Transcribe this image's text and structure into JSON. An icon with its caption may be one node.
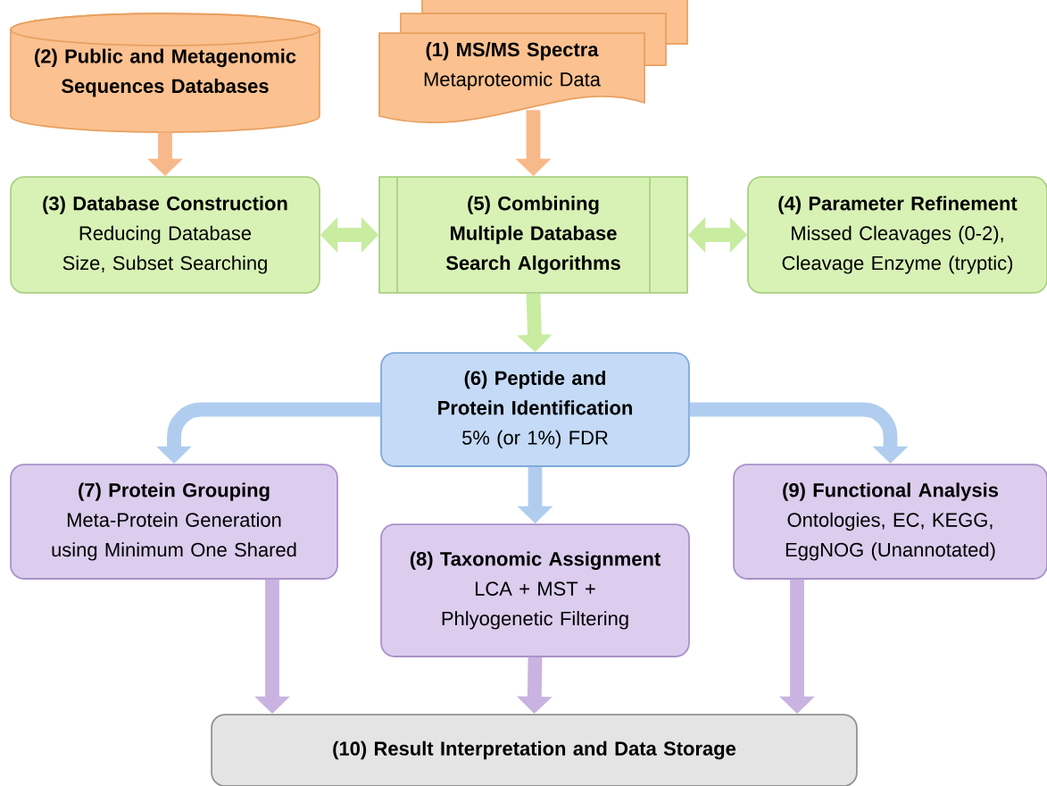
{
  "diagram": {
    "nodes": [
      {
        "text": [
          "(2) Public and Metagenomic Sequences Databases"
        ]
      },
      {
        "text": [
          "(1) MS/MS Spectra",
          "Metaproteomic Data"
        ]
      },
      {
        "text": [
          "(3) Database Construction",
          "Reducing Database Size, Subset Searching"
        ]
      },
      {
        "text": [
          "(5) Combining Multiple Database Search Algorithms"
        ]
      },
      {
        "text": [
          "(4) Parameter Refinement",
          "Missed Cleavages (0-2), Cleavage Enzyme (tryptic)"
        ]
      },
      {
        "text": [
          "(6) Peptide and Protein Identification",
          "5% (or 1%) FDR"
        ]
      },
      {
        "text": [
          "(7) Protein Grouping",
          "Meta-Protein Generation using Minimum One Shared"
        ]
      },
      {
        "text": [
          "(8) Taxonomic Assignment",
          "LCA + MST + Phlyogenetic Filtering"
        ]
      },
      {
        "text": [
          "(9) Functional Analysis",
          "Ontologies, EC, KEGG, EggNOG (Unannotated)"
        ]
      },
      {
        "text": [
          "(10) Result Interpretation and Data Storage"
        ]
      }
    ],
    "edges": [
      {
        "from": 0,
        "to": 2,
        "arrow": "to",
        "color": "#f8b98a"
      },
      {
        "from": 1,
        "to": 3,
        "arrow": "to",
        "color": "#f8b98a"
      },
      {
        "from": 2,
        "to": 3,
        "arrow": "both",
        "color": "#c8eca0"
      },
      {
        "from": 3,
        "to": 4,
        "arrow": "both",
        "color": "#c8eca0"
      },
      {
        "from": 3,
        "to": 5,
        "arrow": "to",
        "color": "#c8eca0"
      },
      {
        "from": 5,
        "to": 6,
        "arrow": "to",
        "color": "#b0cdf0"
      },
      {
        "from": 5,
        "to": 7,
        "arrow": "to",
        "color": "#b0cdf0"
      },
      {
        "from": 5,
        "to": 8,
        "arrow": "to",
        "color": "#b0cdf0"
      },
      {
        "from": 6,
        "to": 9,
        "arrow": "to",
        "color": "#c9b3e0"
      },
      {
        "from": 7,
        "to": 9,
        "arrow": "to",
        "color": "#c9b3e0"
      },
      {
        "from": 8,
        "to": 9,
        "arrow": "to",
        "color": "#c9b3e0"
      }
    ]
  }
}
